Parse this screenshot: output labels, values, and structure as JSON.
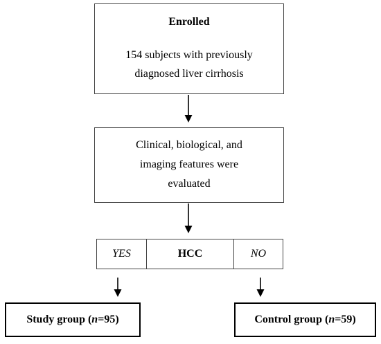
{
  "enrolled": {
    "title": "Enrolled",
    "line1": "154 subjects with previously",
    "line2": "diagnosed liver cirrhosis"
  },
  "features": {
    "line1": "Clinical, biological, and",
    "line2": "imaging features were",
    "line3": "evaluated"
  },
  "hcc_split": {
    "yes": "YES",
    "label": "HCC",
    "no": "NO"
  },
  "study_group": {
    "prefix": "Study group (",
    "n_symbol": "n",
    "suffix": "=95)"
  },
  "control_group": {
    "prefix": "Control group (",
    "n_symbol": "n",
    "suffix": "=59)"
  }
}
